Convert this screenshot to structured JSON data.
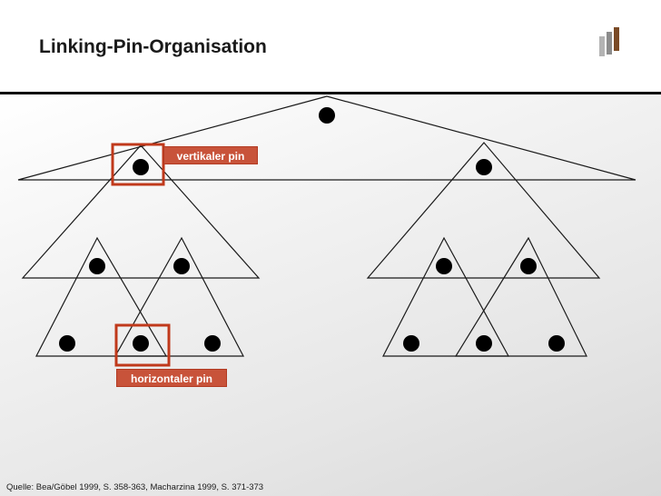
{
  "slide": {
    "title": "Linking-Pin-Organisation",
    "source": "Quelle: Bea/Göbel 1999, S. 358-363, Macharzina 1999, S. 371-373"
  },
  "labels": {
    "vertical": "vertikaler pin",
    "horizontal": "horizontaler pin"
  },
  "colors": {
    "accent": "#c8533a",
    "highlight_border": "#c0391b",
    "logo_brown": "#7a4a26",
    "logo_grey": "#a6a6a6"
  },
  "icons": {
    "logo": "bar-logo-icon"
  }
}
